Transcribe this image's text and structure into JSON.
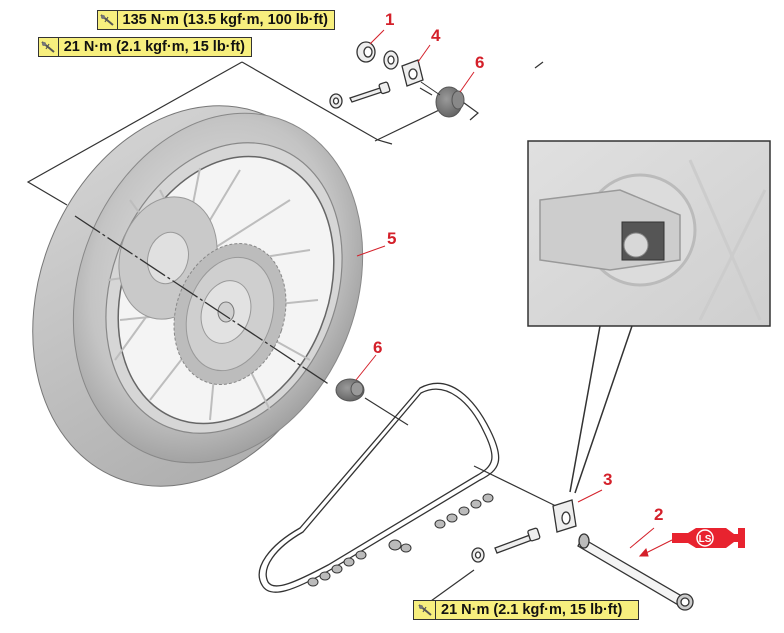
{
  "torque_specs": [
    {
      "id": "torque-nut-1",
      "icon": "torque-wrench-icon",
      "text": "135 N·m (13.5 kgf·m, 100 lb·ft)"
    },
    {
      "id": "torque-bolt-adjuster-upper",
      "icon": "torque-wrench-icon",
      "text": "21 N·m (2.1 kgf·m, 15 lb·ft)"
    },
    {
      "id": "torque-bolt-adjuster-lower",
      "icon": "torque-wrench-icon",
      "text": "21 N·m (2.1 kgf·m, 15 lb·ft)"
    }
  ],
  "parts": [
    {
      "number": "1",
      "name": "axle-nut"
    },
    {
      "number": "2",
      "name": "wheel-axle"
    },
    {
      "number": "3",
      "name": "right-chain-puller"
    },
    {
      "number": "4",
      "name": "left-chain-puller"
    },
    {
      "number": "5",
      "name": "rear-wheel"
    },
    {
      "number": "6",
      "name": "collar"
    },
    {
      "number": "6",
      "name": "collar"
    }
  ],
  "lubricant": {
    "code": "LS",
    "icon": "lithium-soap-grease-icon"
  },
  "colors": {
    "callout_red": "#d4202a",
    "label_yellow": "#f7ef7e",
    "outline": "#333333",
    "tire_gray": "#b8b8b8"
  }
}
